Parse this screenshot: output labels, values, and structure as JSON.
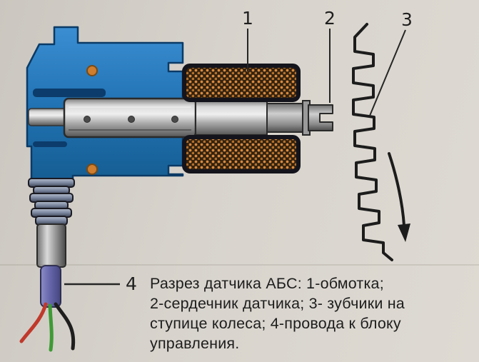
{
  "figure": {
    "callouts": [
      {
        "number": "1",
        "label": "обмотка"
      },
      {
        "number": "2",
        "label": "сердечник датчика"
      },
      {
        "number": "3",
        "label": "зубчики на ступице колеса"
      },
      {
        "number": "4",
        "label": "провода к блоку управления"
      }
    ],
    "caption": {
      "lines": [
        "Разрез датчика АБС: 1-обмотка;",
        "2-сердечник датчика; 3- зубчики на",
        "ступице колеса; 4-провода к блоку",
        "управления."
      ]
    },
    "colors": {
      "background": "#d6d2cb",
      "housing_blue": "#2272b4",
      "coil_copper": "#d08a3e",
      "metal_gray": "#b5b5b5",
      "sleeve_violet": "#6a6aae",
      "wire_red": "#c0392b",
      "wire_green": "#3e9a35",
      "wire_black": "#1e1e1e",
      "line_dark": "#1c1c1c"
    }
  }
}
